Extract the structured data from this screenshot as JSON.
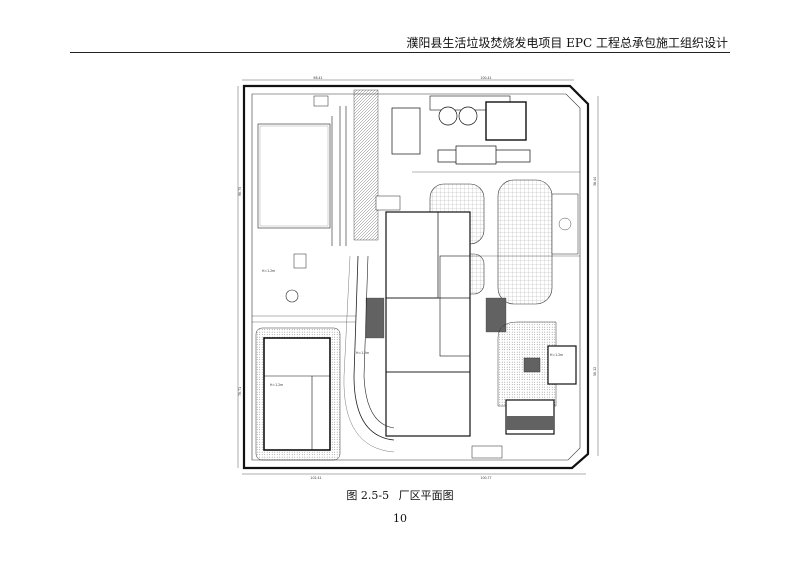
{
  "header": {
    "title": "濮阳县生活垃圾焚烧发电项目 EPC 工程总承包施工组织设计"
  },
  "figure": {
    "caption_number": "图 2.5-5",
    "caption_text": "厂区平面图",
    "labels": {
      "dim_top_left": "98.41",
      "dim_top_right": "100.41",
      "dim_bottom_left": "102.41",
      "dim_bottom_right": "100.77",
      "dim_left": "98.75",
      "dim_left_lower": "78.71",
      "dim_right": "36.44",
      "dim_right_lower": "58.12",
      "elev_a": "H=1.2m",
      "elev_b": "H=1.2m",
      "elev_c": "H=1.2m",
      "elev_d": "H=1.2m"
    }
  },
  "page": {
    "number": "10"
  }
}
